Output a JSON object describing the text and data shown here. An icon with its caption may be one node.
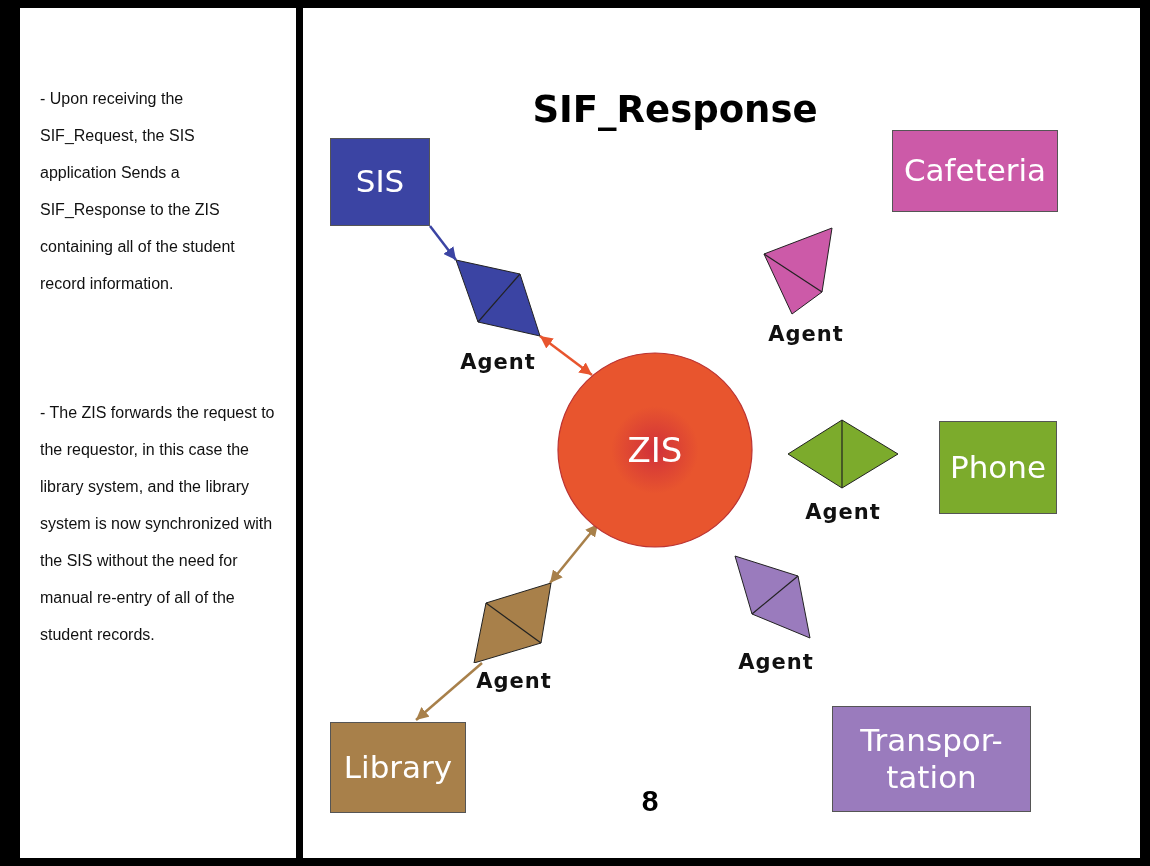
{
  "diagram": {
    "title": "SIF_Response",
    "nodes": [
      {
        "text": [
          "SIS"
        ]
      },
      {
        "text": [
          "Cafeteria"
        ]
      },
      {
        "text": [
          "Agent"
        ]
      },
      {
        "text": [
          "Agent"
        ]
      },
      {
        "text": [
          "ZIS"
        ]
      },
      {
        "text": [
          "Agent"
        ]
      },
      {
        "text": [
          "Phone"
        ]
      },
      {
        "text": [
          "Agent"
        ]
      },
      {
        "text": [
          "Agent"
        ]
      },
      {
        "text": [
          "Library"
        ]
      },
      {
        "text": [
          "Transpor- tation"
        ]
      }
    ],
    "edges": [
      {
        "from": 0,
        "to": 2,
        "arrow": "to",
        "color": "#3b44a3"
      },
      {
        "from": 2,
        "to": 4,
        "arrow": "both",
        "color": "#e8552e"
      },
      {
        "from": 4,
        "to": 7,
        "arrow": "both",
        "color": "#a8804a"
      },
      {
        "from": 7,
        "to": 9,
        "arrow": "to",
        "color": "#a8804a"
      }
    ],
    "labels": [
      "- Upon receiving the SIF_Request, the SIS application Sends a SIF_Response to the ZIS containing all of the student record information.",
      "- The ZIS forwards the request to the requestor, in this case the library system, and the library system is now synchronized with the SIS without the need for manual re-entry of all of the student records.",
      "8"
    ]
  }
}
